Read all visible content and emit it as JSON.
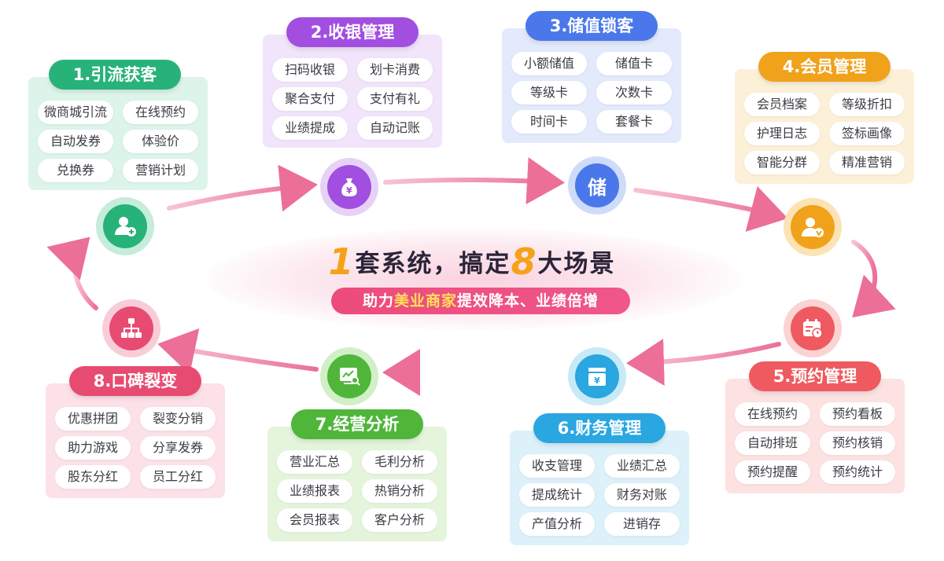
{
  "headline": {
    "n1": "1",
    "t1": "套系统，搞定",
    "n2": "8",
    "t2": "大场景"
  },
  "subtitle": {
    "p1": "助力",
    "p2": "美业商家",
    "p3": "提效降本、业绩倍增"
  },
  "cards": [
    {
      "title": "1.引流获客",
      "items": [
        "微商城引流",
        "在线预约",
        "自动发券",
        "体验价",
        "兑换券",
        "营销计划"
      ],
      "accent": "#27b27a",
      "bg": "#ddf4ea"
    },
    {
      "title": "2.收银管理",
      "items": [
        "扫码收银",
        "划卡消费",
        "聚合支付",
        "支付有礼",
        "业绩提成",
        "自动记账"
      ],
      "accent": "#a24ee0",
      "bg": "#f1e4fb"
    },
    {
      "title": "3.储值锁客",
      "items": [
        "小额储值",
        "储值卡",
        "等级卡",
        "次数卡",
        "时间卡",
        "套餐卡"
      ],
      "accent": "#4a78ea",
      "bg": "#e2eafc"
    },
    {
      "title": "4.会员管理",
      "items": [
        "会员档案",
        "等级折扣",
        "护理日志",
        "签标画像",
        "智能分群",
        "精准营销"
      ],
      "accent": "#f0a21a",
      "bg": "#fdf0d9"
    },
    {
      "title": "5.预约管理",
      "items": [
        "在线预约",
        "预约看板",
        "自动排班",
        "预约核销",
        "预约提醒",
        "预约统计"
      ],
      "accent": "#ee5a5f",
      "bg": "#fde2e2"
    },
    {
      "title": "6.财务管理",
      "items": [
        "收支管理",
        "业绩汇总",
        "提成统计",
        "财务对账",
        "产值分析",
        "进销存"
      ],
      "accent": "#2aa6e0",
      "bg": "#dcf1fa"
    },
    {
      "title": "7.经营分析",
      "items": [
        "营业汇总",
        "毛利分析",
        "业绩报表",
        "热销分析",
        "会员报表",
        "客户分析"
      ],
      "accent": "#4fb63a",
      "bg": "#e5f5dc"
    },
    {
      "title": "8.口碑裂变",
      "items": [
        "优惠拼团",
        "裂变分销",
        "助力游戏",
        "分享发券",
        "股东分红",
        "员工分红"
      ],
      "accent": "#e74b72",
      "bg": "#fde1e8"
    }
  ],
  "icons": [
    {
      "name": "user-add-icon",
      "color": "#27b27a",
      "halo": "#c6ecdb"
    },
    {
      "name": "money-bag-icon",
      "color": "#a24ee0",
      "halo": "#e6d2f6"
    },
    {
      "name": "stored-value-icon",
      "glyph": "储",
      "color": "#4a78ea",
      "halo": "#cfdcf9"
    },
    {
      "name": "member-vip-icon",
      "color": "#f0a21a",
      "halo": "#fbe3b6"
    },
    {
      "name": "calendar-icon",
      "color": "#ee5a5f",
      "halo": "#fbd3d3"
    },
    {
      "name": "finance-box-icon",
      "color": "#2aa6e0",
      "halo": "#c8e9f6"
    },
    {
      "name": "analytics-screen-icon",
      "color": "#4fb63a",
      "halo": "#d2efc7"
    },
    {
      "name": "share-network-icon",
      "color": "#e74b72",
      "halo": "#f9cdd8"
    }
  ]
}
